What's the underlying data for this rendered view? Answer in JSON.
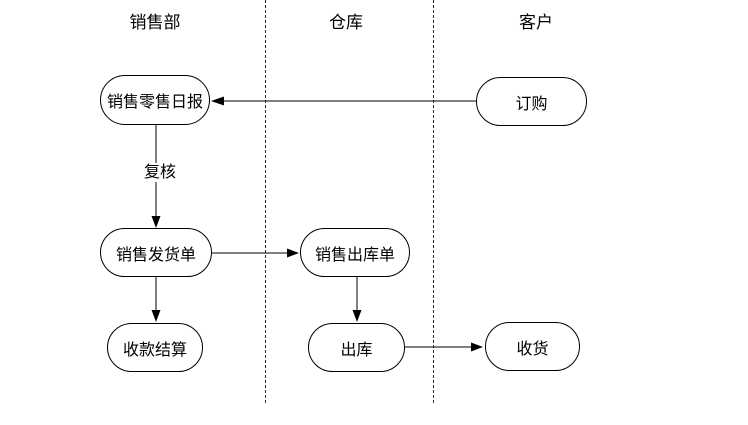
{
  "diagram": {
    "type": "swimlane-flowchart",
    "lanes": [
      {
        "id": "sales-dept",
        "title": "销售部"
      },
      {
        "id": "warehouse",
        "title": "仓库"
      },
      {
        "id": "customer",
        "title": "客户"
      }
    ],
    "nodes": [
      {
        "id": "retail-daily-report",
        "label": "销售零售日报",
        "lane": "销售部"
      },
      {
        "id": "order",
        "label": "订购",
        "lane": "客户"
      },
      {
        "id": "sales-delivery-note",
        "label": "销售发货单",
        "lane": "销售部"
      },
      {
        "id": "sales-outbound-note",
        "label": "销售出库单",
        "lane": "仓库"
      },
      {
        "id": "payment-settlement",
        "label": "收款结算",
        "lane": "销售部"
      },
      {
        "id": "outbound",
        "label": "出库",
        "lane": "仓库"
      },
      {
        "id": "receive-goods",
        "label": "收货",
        "lane": "客户"
      }
    ],
    "edges": [
      {
        "from": "订购",
        "to": "销售零售日报",
        "label": ""
      },
      {
        "from": "销售零售日报",
        "to": "销售发货单",
        "label": "复核"
      },
      {
        "from": "销售发货单",
        "to": "销售出库单",
        "label": ""
      },
      {
        "from": "销售发货单",
        "to": "收款结算",
        "label": ""
      },
      {
        "from": "销售出库单",
        "to": "出库",
        "label": ""
      },
      {
        "from": "出库",
        "to": "收货",
        "label": ""
      }
    ],
    "colors": {
      "stroke": "#000000",
      "background": "#ffffff",
      "divider": "#2b2b2b"
    }
  }
}
